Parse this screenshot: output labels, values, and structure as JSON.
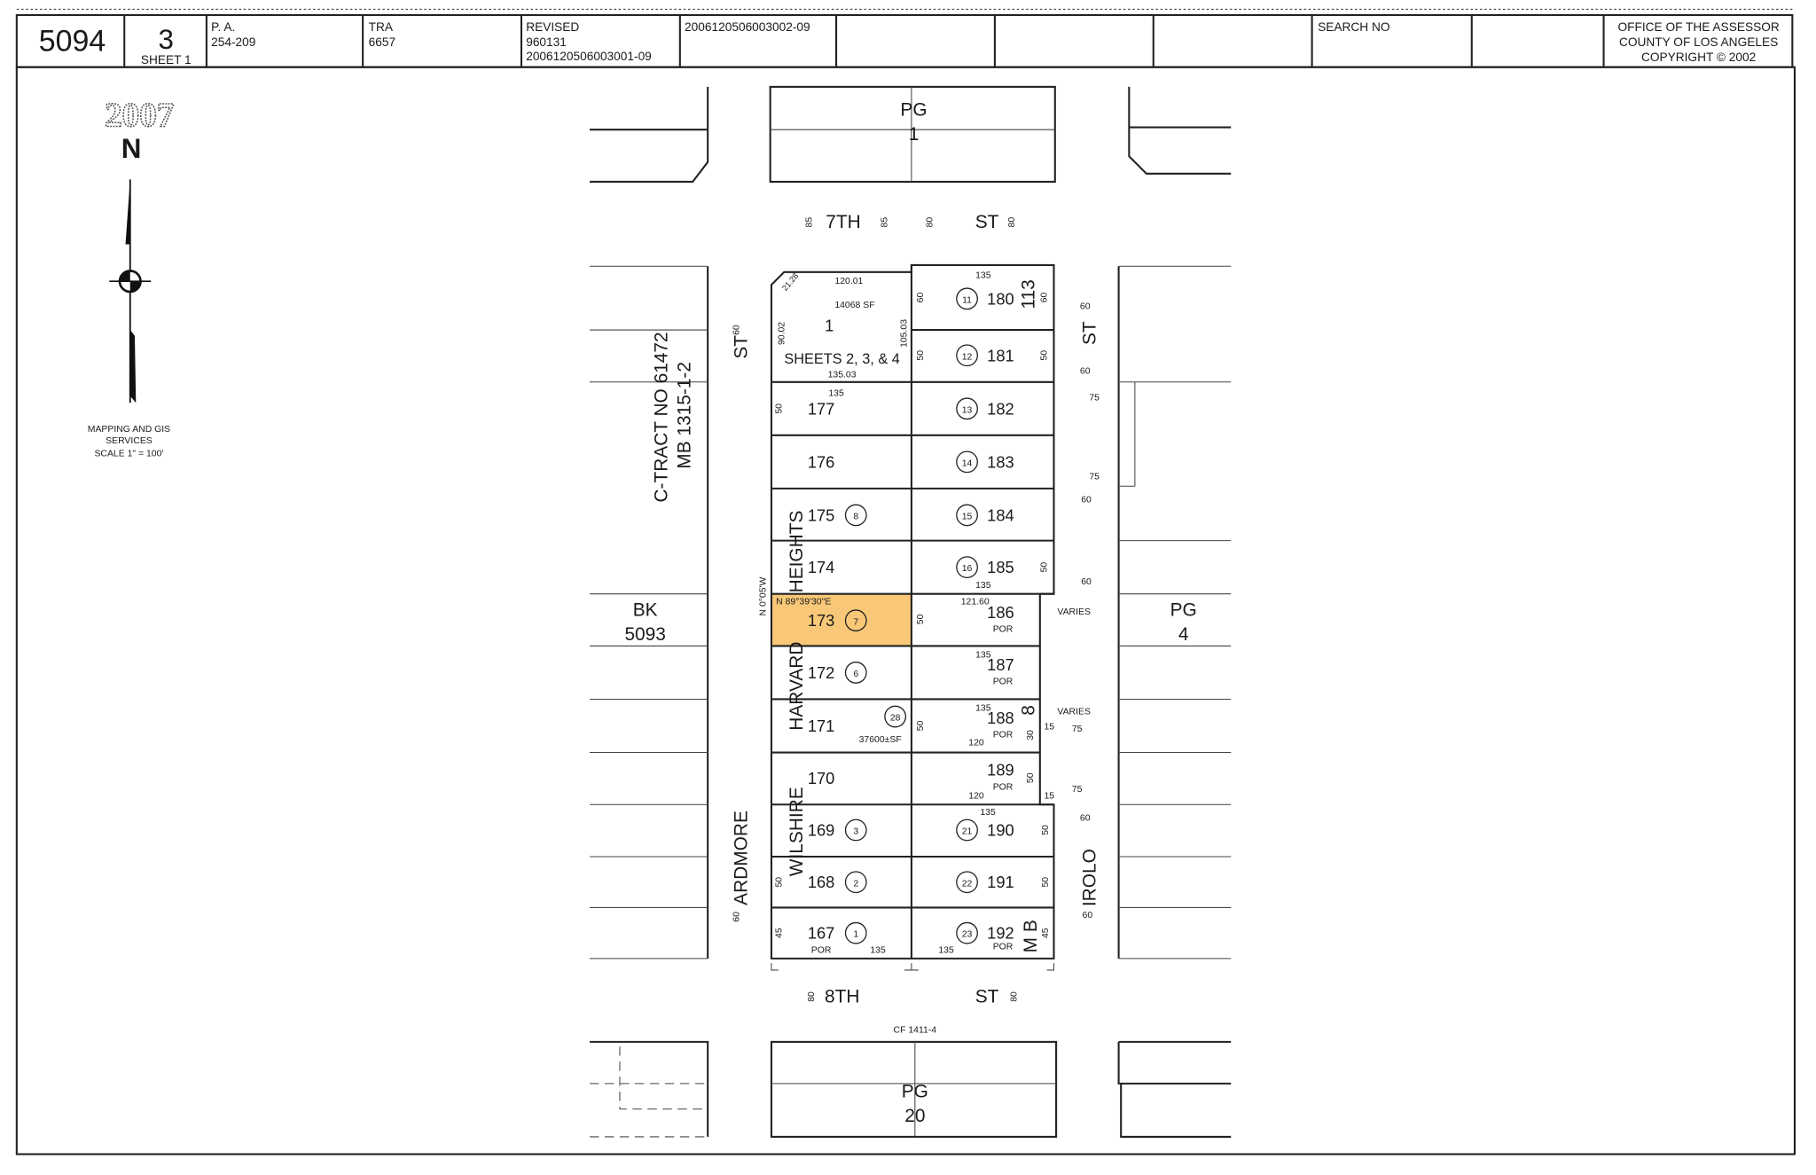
{
  "header": {
    "map_book": "5094",
    "page": "3",
    "sheet": "SHEET 1",
    "pa_label": "P. A.",
    "pa_value": "254-209",
    "tra_label": "TRA",
    "tra_value": "6657",
    "revised_label": "REVISED",
    "revised_1": "960131",
    "revised_2": "2006120506003001-09",
    "revised_3": "2006120506003002-09",
    "search_label": "SEARCH NO",
    "office_1": "OFFICE OF THE ASSESSOR",
    "office_2": "COUNTY OF LOS ANGELES",
    "office_3": "COPYRIGHT © 2002"
  },
  "legend": {
    "year_stamp": "2007",
    "north": "N",
    "credit_1": "MAPPING AND GIS",
    "credit_2": "SERVICES",
    "scale": "SCALE 1\" = 100'",
    "icon": "north-arrow-icon"
  },
  "streets": {
    "seventh_a": "7TH",
    "seventh_b": "ST",
    "eighth_a": "8TH",
    "eighth_b": "ST",
    "ardmore": "ARDMORE",
    "ardmore_st": "ST",
    "irolo": "IROLO",
    "irolo_st": "ST"
  },
  "tract": {
    "harvard": "HARVARD",
    "heights": "HEIGHTS",
    "wilshire": "WILSHIRE",
    "mb": "M B",
    "mb_page": "8",
    "mb_book": "113",
    "c_tract": "C-TRACT NO 61472",
    "c_tract_mb": "MB 1315-1-2",
    "bearing_ns": "N 0°05'W",
    "bearing_ew": "N 89°39'30\"E",
    "cf": "CF 1411-4",
    "varies_1": "VARIES",
    "varies_2": "VARIES"
  },
  "adjacent": {
    "bk_label": "BK",
    "bk_value": "5093",
    "pg1_label": "PG",
    "pg1_value": "1",
    "pg4_label": "PG",
    "pg4_value": "4",
    "pg20_label": "PG",
    "pg20_value": "20"
  },
  "lot_1": {
    "number": "1",
    "area": "14068 SF",
    "sheets": "SHEETS 2, 3, & 4",
    "top": "120.01",
    "bottom": "135.03",
    "right": "105.03",
    "left": "90.02",
    "corner": "21.28"
  },
  "highlight_color": "#F8C878",
  "highlighted_parcel": "173",
  "lots_left": [
    {
      "apn": "177",
      "lot": ""
    },
    {
      "apn": "176",
      "lot": ""
    },
    {
      "apn": "175",
      "lot": "8"
    },
    {
      "apn": "174",
      "lot": ""
    },
    {
      "apn": "173",
      "lot": "7"
    },
    {
      "apn": "172",
      "lot": "6"
    },
    {
      "apn": "171",
      "lot": "28",
      "area": "37600±SF"
    },
    {
      "apn": "170",
      "lot": ""
    },
    {
      "apn": "169",
      "lot": "3"
    },
    {
      "apn": "168",
      "lot": "2"
    },
    {
      "apn": "167",
      "lot": "1",
      "por": "POR"
    }
  ],
  "lots_right": [
    {
      "apn": "180",
      "lot": "11"
    },
    {
      "apn": "181",
      "lot": "12"
    },
    {
      "apn": "182",
      "lot": "13"
    },
    {
      "apn": "183",
      "lot": "14"
    },
    {
      "apn": "184",
      "lot": "15"
    },
    {
      "apn": "185",
      "lot": "16"
    },
    {
      "apn": "186",
      "lot": "",
      "por": "POR"
    },
    {
      "apn": "187",
      "lot": "",
      "por": "POR"
    },
    {
      "apn": "188",
      "lot": "",
      "por": "POR"
    },
    {
      "apn": "189",
      "lot": "",
      "por": "POR"
    },
    {
      "apn": "190",
      "lot": "21"
    },
    {
      "apn": "191",
      "lot": "22"
    },
    {
      "apn": "192",
      "lot": "23",
      "por": "POR"
    }
  ],
  "dimensions": [
    "85",
    "85",
    "80",
    "80",
    "80",
    "80",
    "60",
    "60",
    "60",
    "60",
    "75",
    "75",
    "60",
    "60",
    "75",
    "75",
    "60",
    "60",
    "135",
    "60",
    "60",
    "50",
    "50",
    "135",
    "50",
    "135",
    "121.60",
    "50",
    "50",
    "135",
    "135",
    "50",
    "30",
    "120",
    "15",
    "50",
    "120",
    "15",
    "135",
    "50",
    "50",
    "50",
    "45",
    "45",
    "135",
    "135"
  ]
}
